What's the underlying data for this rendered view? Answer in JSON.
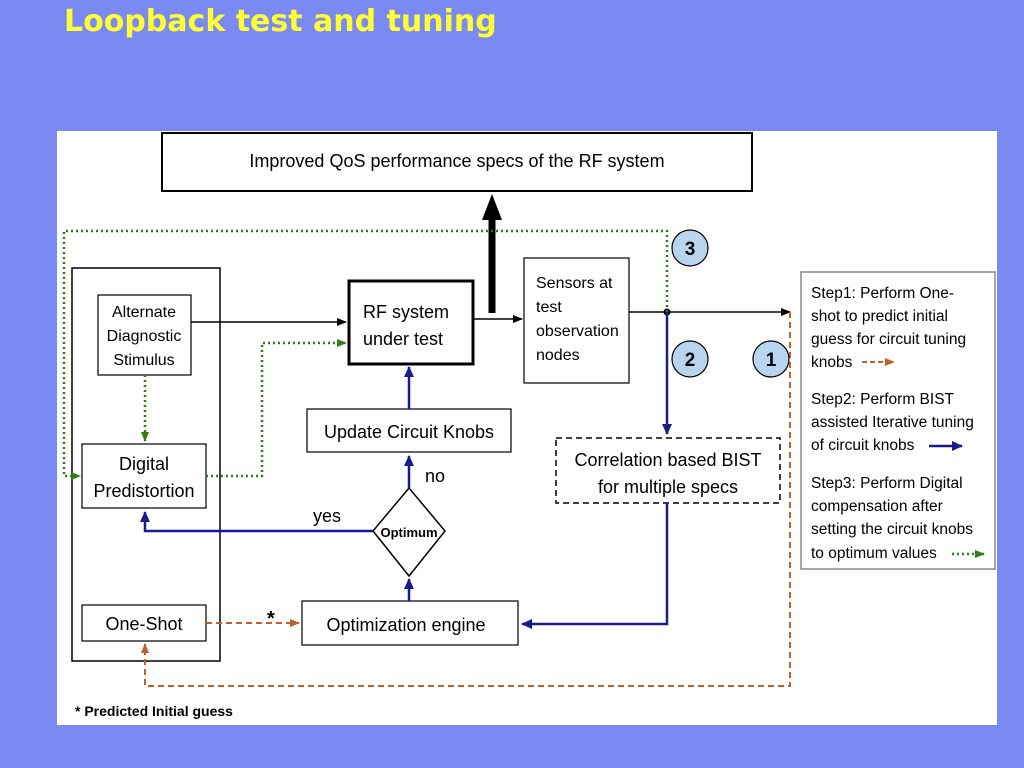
{
  "slide": {
    "title": "Loopback test and tuning"
  },
  "diagram": {
    "qos_box": "Improved QoS performance specs of the RF system",
    "alt_stimulus": [
      "Alternate",
      "Diagnostic",
      "Stimulus"
    ],
    "digital_predistortion": [
      "Digital",
      "Predistortion"
    ],
    "one_shot": "One-Shot",
    "rf_system": [
      "RF system",
      "under test"
    ],
    "sensors": [
      "Sensors at",
      "test",
      "observation",
      "nodes"
    ],
    "update_knobs": "Update Circuit Knobs",
    "optimum": "Optimum",
    "optimization_engine": "Optimization engine",
    "bist": [
      "Correlation based BIST",
      "for multiple specs"
    ],
    "label_no": "no",
    "label_yes": "yes",
    "asterisk": "*",
    "step_badges": [
      "1",
      "2",
      "3"
    ],
    "footnote": "* Predicted Initial guess"
  },
  "legend": {
    "step1": [
      "Step1: Perform One-",
      "shot to predict initial",
      "guess for circuit tuning",
      "knobs"
    ],
    "step2": [
      "Step2: Perform BIST",
      "assisted Iterative tuning",
      "of circuit knobs"
    ],
    "step3": [
      "Step3: Perform Digital",
      "compensation after",
      "setting the circuit knobs",
      "to optimum values"
    ]
  },
  "colors": {
    "background": "#7b8af2",
    "title": "#ffff33",
    "blue_arrow": "#1a1a8c",
    "green_dotted": "#2e7d1a",
    "orange_dashed": "#c0602a",
    "badge_fill": "#b8d4ee"
  }
}
